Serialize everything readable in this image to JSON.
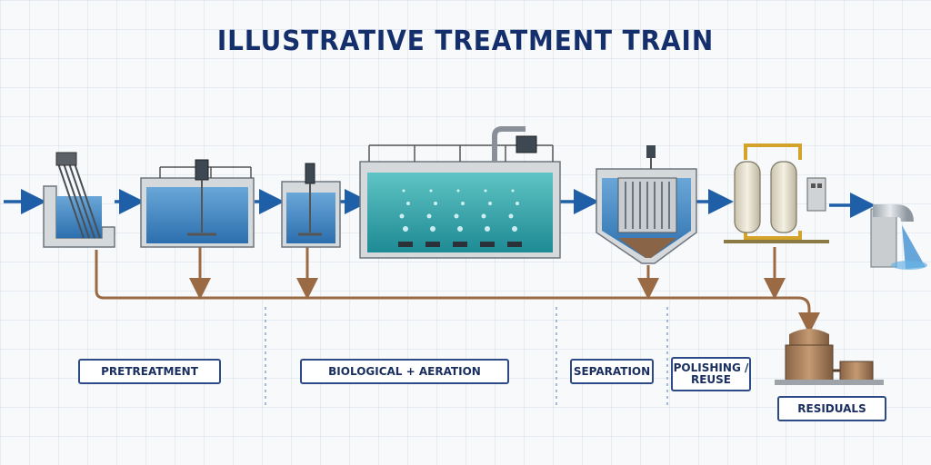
{
  "title": "ILLUSTRATIVE TREATMENT TRAIN",
  "stages": [
    {
      "label": "PRETREATMENT"
    },
    {
      "label": "BIOLOGICAL + AERATION"
    },
    {
      "label": "SEPARATION"
    },
    {
      "label": "POLISHING /\nREUSE"
    },
    {
      "label": "RESIDUALS"
    }
  ],
  "colors": {
    "title": "#142f6b",
    "flow_arrow": "#1f5fa8",
    "sludge_line": "#9a6a45",
    "water": "#3f86c2",
    "aeration_water": "#2fa7a8",
    "label_border": "#2c4a86"
  },
  "icons": [
    "bar-screen",
    "equalization-tank",
    "mixing-tank",
    "aeration-basin",
    "clarifier-membrane",
    "pressure-filters",
    "outfall-pipe",
    "sludge-tank"
  ]
}
